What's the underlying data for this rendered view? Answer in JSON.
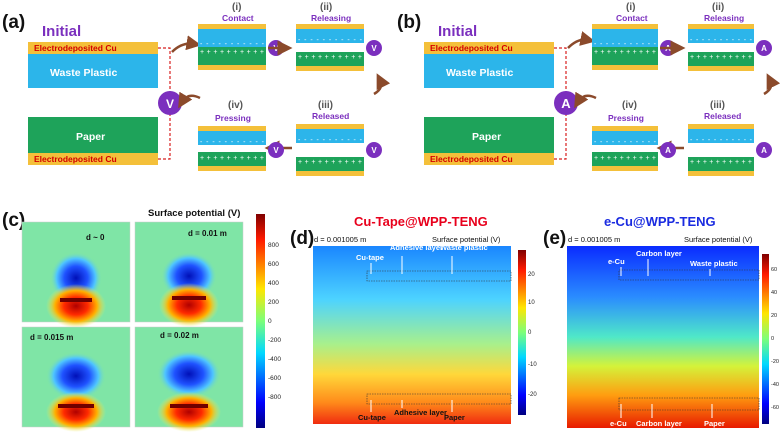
{
  "panel_a": {
    "tag": "(a)",
    "initial": "Initial",
    "cu_top": "Electrodeposited Cu",
    "plastic": "Waste Plastic",
    "paper": "Paper",
    "cu_bottom": "Electrodeposited Cu",
    "s1_num": "(i)",
    "s1_label": "Contact",
    "s2_num": "(ii)",
    "s2_label": "Releasing",
    "s3_num": "(iii)",
    "s3_label": "Released",
    "s4_num": "(iv)",
    "s4_label": "Pressing",
    "meter": "V"
  },
  "panel_b": {
    "tag": "(b)",
    "initial": "Initial",
    "cu_top": "Electrodeposited Cu",
    "plastic": "Waste Plastic",
    "paper": "Paper",
    "cu_bottom": "Electrodeposited Cu",
    "s1_num": "(i)",
    "s1_label": "Contact",
    "s2_num": "(ii)",
    "s2_label": "Releasing",
    "s3_num": "(iii)",
    "s3_label": "Released",
    "s4_num": "(iv)",
    "s4_label": "Pressing",
    "meter": "A"
  },
  "panel_c": {
    "tag": "(c)",
    "title": "Surface potential (V)",
    "d1": "d ~ 0",
    "d2": "d = 0.01 m",
    "d3": "d = 0.015 m",
    "d4": "d = 0.02 m",
    "ticks": [
      "800",
      "600",
      "400",
      "200",
      "0",
      "-200",
      "-400",
      "-600",
      "-800"
    ]
  },
  "panel_d": {
    "tag": "(d)",
    "title": "Cu-Tape@WPP-TENG",
    "title_color": "#e8001c",
    "d": "d = 0.001005 m",
    "sp": "Surface potential (V)",
    "top_labels": [
      "Cu-tape",
      "Adhesive layer",
      "Waste plastic"
    ],
    "bottom_labels": [
      "Cu-tape",
      "Adhesive layer",
      "Paper"
    ],
    "ticks": [
      "20",
      "10",
      "0",
      "-10",
      "-20"
    ]
  },
  "panel_e": {
    "tag": "(e)",
    "title": "e-Cu@WPP-TENG",
    "title_color": "#1a2be0",
    "d": "d = 0.001005 m",
    "sp": "Surface potential (V)",
    "top_labels": [
      "e-Cu",
      "Carbon layer",
      "Waste plastic"
    ],
    "bottom_labels": [
      "e-Cu",
      "Carbon layer",
      "Paper"
    ],
    "ticks": [
      "60",
      "40",
      "20",
      "0",
      "-20",
      "-40",
      "-60"
    ]
  },
  "colors": {
    "copper": "#f4c03a",
    "copper_text": "#d40000",
    "plastic": "#2cb5ea",
    "paper": "#1ea35a",
    "accent": "#7b2fbe",
    "arrow": "#8b4a2b",
    "wire": "#d82020"
  }
}
